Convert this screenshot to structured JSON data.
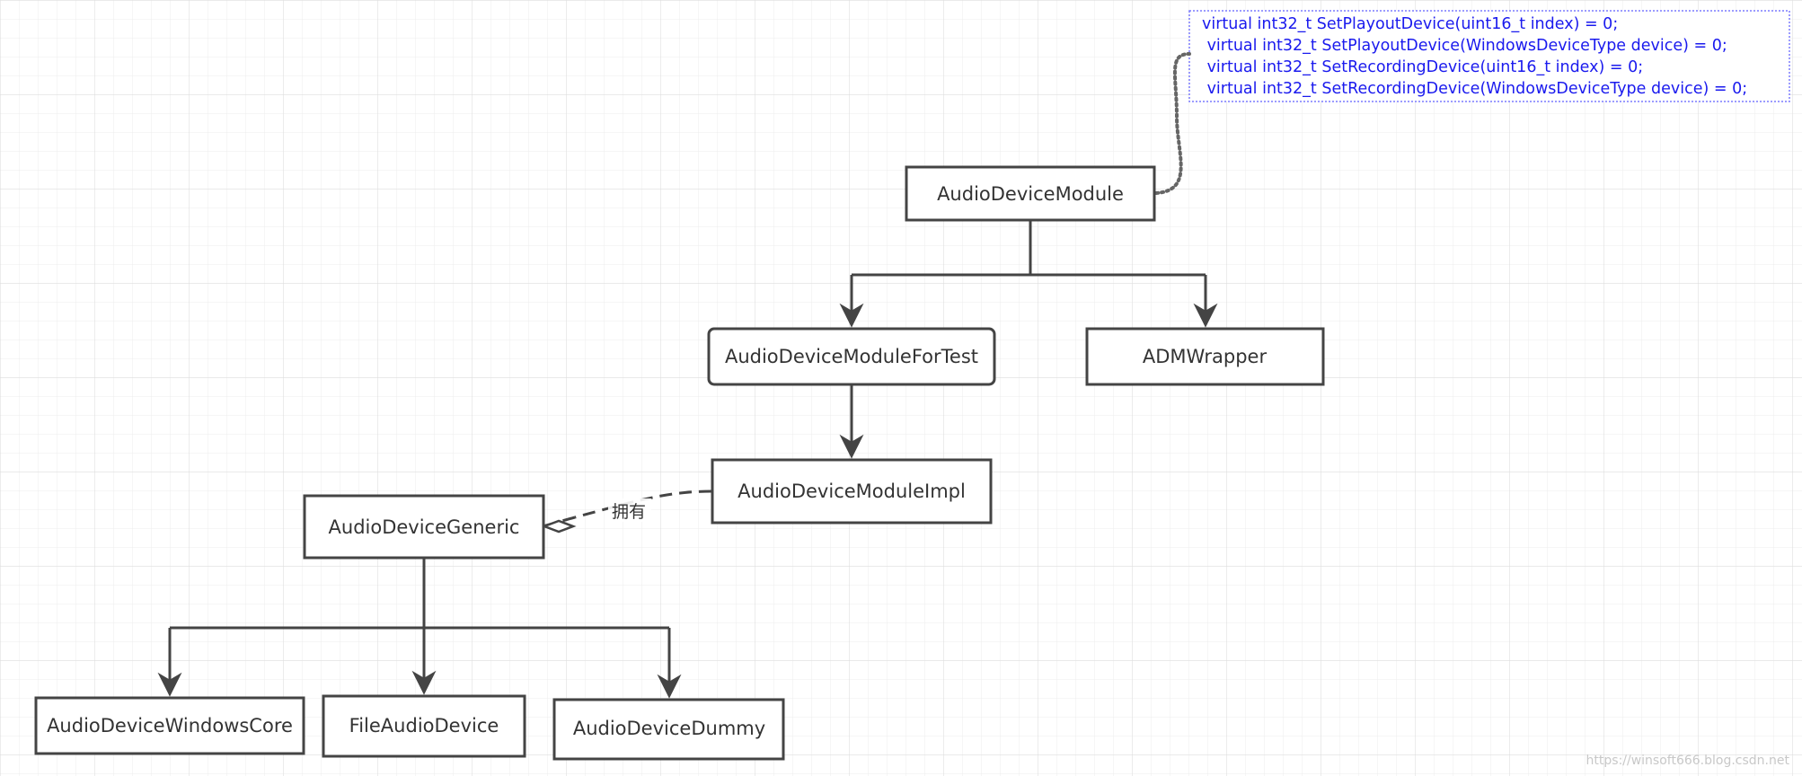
{
  "note": {
    "lines": [
      "virtual int32_t SetPlayoutDevice(uint16_t index) = 0;",
      " virtual int32_t SetPlayoutDevice(WindowsDeviceType device) = 0;",
      " virtual int32_t SetRecordingDevice(uint16_t index) = 0;",
      " virtual int32_t SetRecordingDevice(WindowsDeviceType device) = 0;"
    ]
  },
  "nodes": {
    "audio_device_module": "AudioDeviceModule",
    "audio_device_module_for_test": "AudioDeviceModuleForTest",
    "adm_wrapper": "ADMWrapper",
    "audio_device_module_impl": "AudioDeviceModuleImpl",
    "audio_device_generic": "AudioDeviceGeneric",
    "audio_device_windows_core": "AudioDeviceWindowsCore",
    "file_audio_device": "FileAudioDevice",
    "audio_device_dummy": "AudioDeviceDummy"
  },
  "edge_labels": {
    "owns": "拥有"
  },
  "watermark": "https://winsoft666.blog.csdn.net",
  "colors": {
    "grid": "#e4e4e4",
    "node_border": "#444444",
    "note_border": "#7b7bff",
    "note_text": "#1a1aee",
    "edge": "#444444"
  }
}
